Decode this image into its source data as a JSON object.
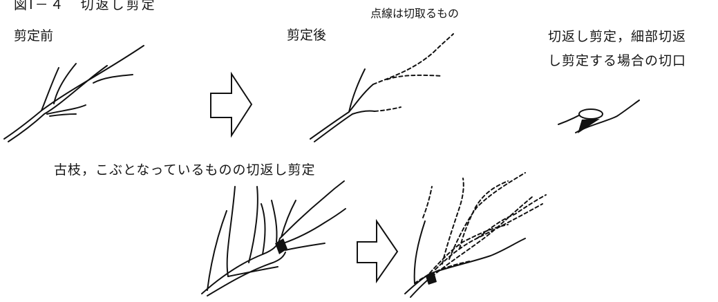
{
  "figure": {
    "title": "図Ⅰ－４　切返し剪定"
  },
  "labels": {
    "before": "剪定前",
    "after": "剪定後",
    "dotted_note": "点線は切取るもの",
    "cut_note_line1": "切返し剪定，細部切返",
    "cut_note_line2": "し剪定する場合の切口",
    "old_branch": "古枝，こぶとなっているものの切返し剪定"
  }
}
